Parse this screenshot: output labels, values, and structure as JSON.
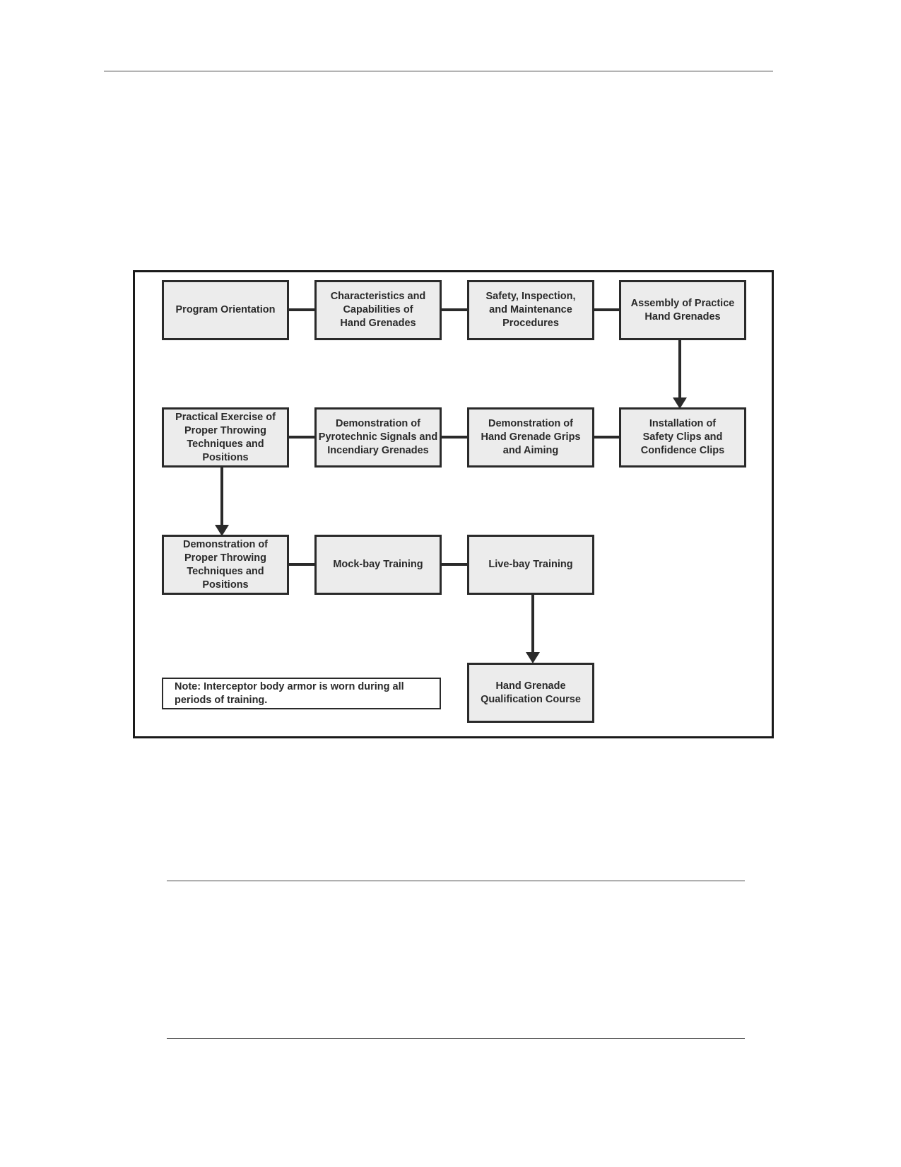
{
  "diagram": {
    "boxes": {
      "program_orientation": "Program Orientation",
      "characteristics": "Characteristics and\nCapabilities of\nHand Grenades",
      "safety_inspection": "Safety, Inspection,\nand Maintenance\nProcedures",
      "assembly": "Assembly of Practice\nHand Grenades",
      "installation": "Installation of\nSafety Clips and\nConfidence Clips",
      "demo_grips": "Demonstration of\nHand Grenade Grips\nand Aiming",
      "demo_pyrotechnic": "Demonstration of\nPyrotechnic Signals and\nIncendiary Grenades",
      "practical_exercise": "Practical Exercise of\nProper Throwing\nTechniques and Positions",
      "demo_throwing": "Demonstration of\nProper Throwing\nTechniques and Positions",
      "mock_bay": "Mock-bay Training",
      "live_bay": "Live-bay Training",
      "qualification": "Hand Grenade\nQualification Course"
    },
    "note": "Note: Interceptor body armor is worn during all periods of training."
  }
}
